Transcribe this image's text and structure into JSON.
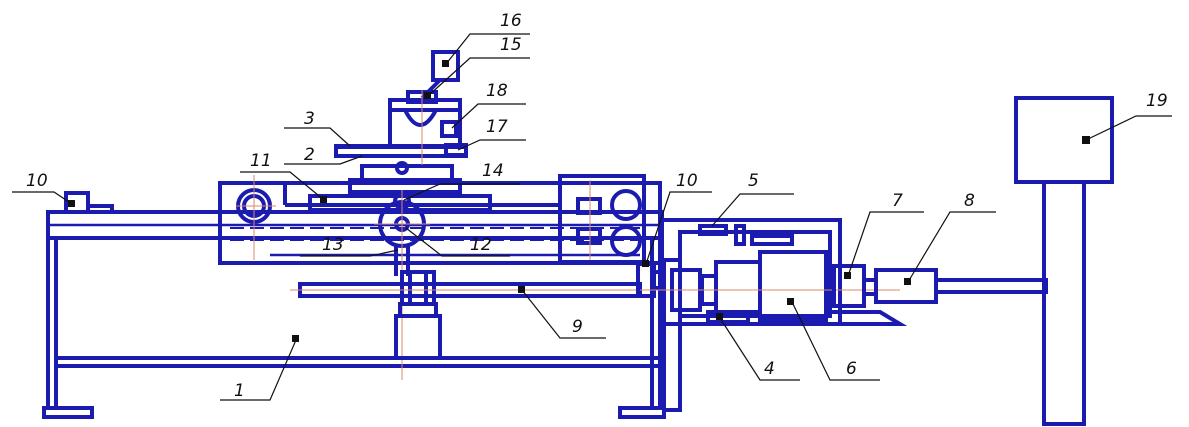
{
  "diagram": {
    "callouts": [
      {
        "id": "c1",
        "label": "1"
      },
      {
        "id": "c2",
        "label": "2"
      },
      {
        "id": "c3",
        "label": "3"
      },
      {
        "id": "c4",
        "label": "4"
      },
      {
        "id": "c5",
        "label": "5"
      },
      {
        "id": "c6",
        "label": "6"
      },
      {
        "id": "c7",
        "label": "7"
      },
      {
        "id": "c8",
        "label": "8"
      },
      {
        "id": "c9",
        "label": "9"
      },
      {
        "id": "c10a",
        "label": "10"
      },
      {
        "id": "c10b",
        "label": "10"
      },
      {
        "id": "c11",
        "label": "11"
      },
      {
        "id": "c12",
        "label": "12"
      },
      {
        "id": "c13",
        "label": "13"
      },
      {
        "id": "c14",
        "label": "14"
      },
      {
        "id": "c15",
        "label": "15"
      },
      {
        "id": "c16",
        "label": "16"
      },
      {
        "id": "c17",
        "label": "17"
      },
      {
        "id": "c18",
        "label": "18"
      },
      {
        "id": "c19",
        "label": "19"
      }
    ],
    "colors": {
      "line": "#1b1bb0",
      "centerline": "#d98a6a",
      "leader": "#111111",
      "background": "#ffffff"
    }
  }
}
